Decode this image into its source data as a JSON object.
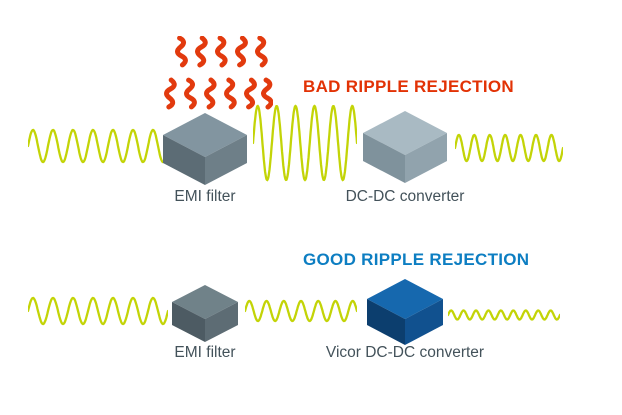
{
  "colors": {
    "background": "#ffffff",
    "wave": "#c3d407",
    "heat": "#e23a0e",
    "bad_title": "#e23205",
    "good_title": "#0d7ec2",
    "label_text": "#43525a"
  },
  "icons": {
    "heat": "heat-squiggles-icon (red wavy flame lines above EMI filter)"
  },
  "bad_section": {
    "title": "BAD RIPPLE REJECTION",
    "emi_filter_label": "EMI filter",
    "converter_label": "DC-DC converter",
    "waves": {
      "input": {
        "amplitude": 16,
        "cycles": 7
      },
      "ripple": {
        "amplitude": 37,
        "cycles": 5.5
      },
      "output": {
        "amplitude": 13,
        "cycles": 7
      }
    },
    "cubes": {
      "emi": {
        "top": "#8295a0",
        "left": "#5c6c75",
        "right": "#6e7f88"
      },
      "converter": {
        "top": "#a9bac3",
        "left": "#7f929c",
        "right": "#91a3ad"
      }
    }
  },
  "good_section": {
    "title": "GOOD RIPPLE REJECTION",
    "emi_filter_label": "EMI filter",
    "converter_label": "Vicor DC-DC converter",
    "waves": {
      "input": {
        "amplitude": 13,
        "cycles": 7
      },
      "filtered": {
        "amplitude": 10,
        "cycles": 6.5
      },
      "output": {
        "amplitude": 4.5,
        "cycles": 9
      }
    },
    "cubes": {
      "emi": {
        "top": "#708289",
        "left": "#4d5b63",
        "right": "#5d6c74"
      },
      "converter": {
        "top": "#1668ae",
        "left": "#0c3e6e",
        "right": "#11518f"
      }
    }
  }
}
